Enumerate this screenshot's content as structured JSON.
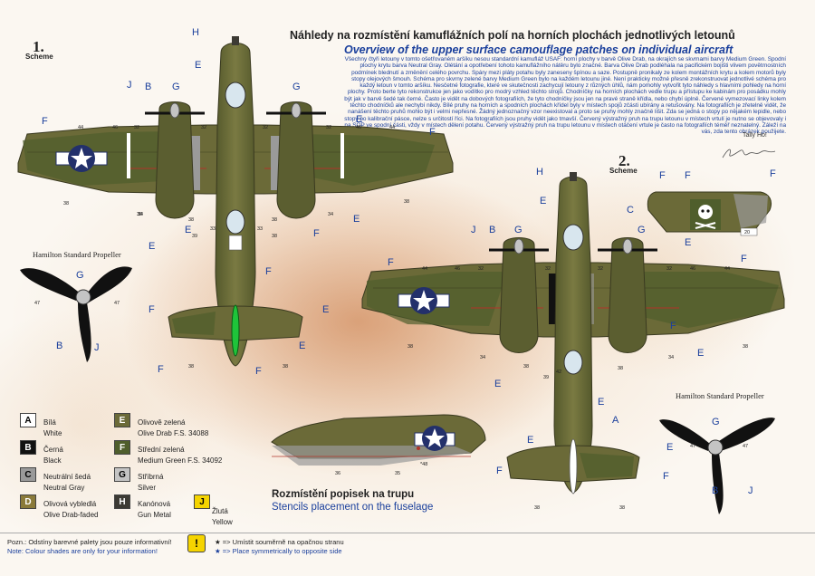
{
  "header": {
    "title_cz": "Náhledy na rozmístění kamuflážních polí na horních plochách jednotlivých letounů",
    "title_en": "Overview of the upper surface camouflage patches on individual aircraft",
    "description": "Všechny čtyři letouny v tomto ošetřovaném aršíku nesou standardní kamufláž USAF: horní plochy v barvě Olive Drab, na okrajích se skvrnami barvy Medium Green. Spodní plochy krytu barva Neutral Gray. Olétání a opotřebení tohoto kamuflážního nátěru bylo značné. Barva Olive Drab podléhala na pacifickém bojišti vlivem povětrnostních podmínek blednutí a změnění celého povrchu. Spáry mezi pláty potahu byly zaneseny špínou a saze. Postupně pronikaly ze kolem montážních krytu a kolem motorů byly stopy olejových šmouh. Schéma pro skvrny zelené barvy Medium Green bylo na každém letounu jiné. Není prakticky možné přesně zrekonstruovat jednotlivé schéma pro každý letoun v tomto aršíku. Nesčetné fotografie, které ve skutečnosti zachycují letouny z různých úhlů, nám pomohly vytvořit tyto náhledy s hlavními pohledy na horní plochy. Proto berte tyto rekonstrukce jen jako vodítko pro modrý vzhled těchto strojů. Chodníčky na horních plochách vedle trupu a přístupu ke kabinám pro posádku mohly být jak v barvě šedé tak černé. Často je vidět na dobových fotografiích, že tyto chodníčky jsou jen na pravé straně křídla, nebo chybí úplně. Červené vymezovací linky kolem těchto chodníčků ale nechybí nikdy. Bílé pruhy na horních a spodních plochách křídel byly v místech spojů zčásti ubírány a retušovány. Na fotografiích je zřetelně vidět, že nanášení těchto pruhů mohlo být i velmi nepřesné. Žádný jednoznačný vzor neexistoval a proto se pruhy mohly značně lišit. Zda se jedná o stopy po nějakém lepidle, nebo stopy po kalibrační pásce, nelze s určitostí říci. Na fotografiích jsou pruhy vidět jako tmavší. Červený výstražný pruh na trupu letounu v místech vrtulí je nutno se objevovaly i na SOP ve spodní části, vždy v místech dělení potahu. Červený výstražný pruh na trupu letounu v místech otáčení vrtule je často na fotografiích téměř neznatelný. Záleží na vás, zda tento obrázek použijete.",
    "signoff": "Tally Ho!"
  },
  "schemes": [
    {
      "number": "1.",
      "label": "Scheme"
    },
    {
      "number": "2.",
      "label": "Scheme"
    }
  ],
  "propeller_title": "Hamilton Standard Propeller",
  "legend": [
    {
      "code": "A",
      "cz": "Bílá",
      "en": "White",
      "color": "#ffffff",
      "text_color": "#000000"
    },
    {
      "code": "B",
      "cz": "Černá",
      "en": "Black",
      "color": "#111111",
      "text_color": "#ffffff"
    },
    {
      "code": "C",
      "cz": "Neutrální šedá",
      "en": "Neutral Gray",
      "color": "#9a9a9a",
      "text_color": "#000000"
    },
    {
      "code": "D",
      "cz": "Olivová vybledlá",
      "en": "Olive Drab-faded",
      "color": "#8a7a3a",
      "text_color": "#ffffff"
    },
    {
      "code": "E",
      "cz": "Olivově zelená",
      "en": "Olive Drab F.S. 34088",
      "color": "#6b6a38",
      "text_color": "#ffffff"
    },
    {
      "code": "F",
      "cz": "Střední zelená",
      "en": "Medium Green F.S. 34092",
      "color": "#4f5e2c",
      "text_color": "#ffffff"
    },
    {
      "code": "G",
      "cz": "Stříbrná",
      "en": "Silver",
      "color": "#c4c4c4",
      "text_color": "#000000"
    },
    {
      "code": "H",
      "cz": "Kanónová",
      "en": "Gun Metal",
      "color": "#3c3a34",
      "text_color": "#ffffff"
    },
    {
      "code": "J",
      "cz": "Žlutá",
      "en": "Yellow",
      "color": "#f5d400",
      "text_color": "#000000"
    }
  ],
  "stencils": {
    "title_cz": "Rozmístění popisek na trupu",
    "title_en": "Stencils placement on the fuselage",
    "numbers": [
      "36",
      "35",
      "*48"
    ]
  },
  "footer": {
    "note_cz": "Pozn.: Odstíny barevné palety jsou pouze informativní!",
    "note_en": "Note: Colour shades are only for your information!",
    "warn_symbol": "!",
    "star_cz": "★ => Umístit souměrně na opačnou stranu",
    "star_en": "★ => Place symmetrically to opposite side"
  },
  "callouts": {
    "s1": [
      "H",
      "E",
      "J",
      "B",
      "G",
      "G",
      "F",
      "E",
      "F",
      "E",
      "E",
      "F",
      "E",
      "F",
      "F",
      "E",
      "F",
      "F",
      "E"
    ],
    "s2": [
      "H",
      "E",
      "J",
      "B",
      "G",
      "G",
      "F",
      "F",
      "E",
      "F",
      "E",
      "F",
      "E",
      "F",
      "E",
      "A",
      "E",
      "E",
      "F",
      "F",
      "C",
      "F"
    ],
    "prop": [
      "G",
      "B",
      "J",
      "G",
      "B",
      "J"
    ]
  },
  "stencil_numbers": {
    "s1": [
      "44",
      "46",
      "32",
      "32",
      "32",
      "32",
      "46",
      "44",
      "38",
      "38",
      "34",
      "38",
      "39",
      "33",
      "33",
      "38",
      "38",
      "34",
      "38",
      "38",
      "38"
    ],
    "s2": [
      "44",
      "46",
      "32",
      "32",
      "32",
      "32",
      "46",
      "44",
      "38",
      "34",
      "38",
      "39",
      "42",
      "38",
      "34",
      "38",
      "38",
      "38",
      "20"
    ],
    "prop": [
      "47",
      "47",
      "47",
      "47"
    ]
  },
  "colors": {
    "olive": "#6b6a38",
    "green": "#4f5e2c",
    "insignia_blue": "#23306b",
    "red_line": "#b0342a"
  }
}
